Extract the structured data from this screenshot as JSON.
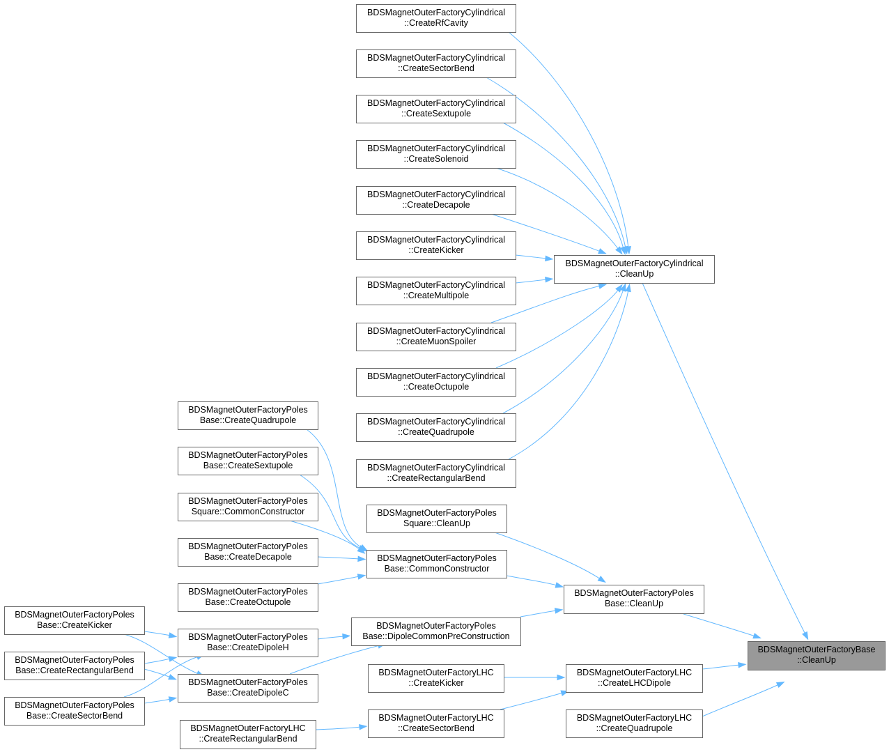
{
  "graph": {
    "nodes": [
      {
        "id": "root",
        "lines": [
          "BDSMagnetOuterFactoryBase",
          "::CleanUp"
        ],
        "highlight": true
      },
      {
        "id": "cylCleanUp",
        "lines": [
          "BDSMagnetOuterFactoryCylindrical",
          "::CleanUp"
        ]
      },
      {
        "id": "polesCleanUp",
        "lines": [
          "BDSMagnetOuterFactoryPoles",
          "Base::CleanUp"
        ]
      },
      {
        "id": "lhcDipole",
        "lines": [
          "BDSMagnetOuterFactoryLHC",
          "::CreateLHCDipole"
        ]
      },
      {
        "id": "lhcQuad",
        "lines": [
          "BDSMagnetOuterFactoryLHC",
          "::CreateQuadrupole"
        ]
      },
      {
        "id": "cylRf",
        "lines": [
          "BDSMagnetOuterFactoryCylindrical",
          "::CreateRfCavity"
        ]
      },
      {
        "id": "cylSector",
        "lines": [
          "BDSMagnetOuterFactoryCylindrical",
          "::CreateSectorBend"
        ]
      },
      {
        "id": "cylSext",
        "lines": [
          "BDSMagnetOuterFactoryCylindrical",
          "::CreateSextupole"
        ]
      },
      {
        "id": "cylSol",
        "lines": [
          "BDSMagnetOuterFactoryCylindrical",
          "::CreateSolenoid"
        ]
      },
      {
        "id": "cylDec",
        "lines": [
          "BDSMagnetOuterFactoryCylindrical",
          "::CreateDecapole"
        ]
      },
      {
        "id": "cylKick",
        "lines": [
          "BDSMagnetOuterFactoryCylindrical",
          "::CreateKicker"
        ]
      },
      {
        "id": "cylMulti",
        "lines": [
          "BDSMagnetOuterFactoryCylindrical",
          "::CreateMultipole"
        ]
      },
      {
        "id": "cylMuon",
        "lines": [
          "BDSMagnetOuterFactoryCylindrical",
          "::CreateMuonSpoiler"
        ]
      },
      {
        "id": "cylOct",
        "lines": [
          "BDSMagnetOuterFactoryCylindrical",
          "::CreateOctupole"
        ]
      },
      {
        "id": "cylQuad",
        "lines": [
          "BDSMagnetOuterFactoryCylindrical",
          "::CreateQuadrupole"
        ]
      },
      {
        "id": "cylRect",
        "lines": [
          "BDSMagnetOuterFactoryCylindrical",
          "::CreateRectangularBend"
        ]
      },
      {
        "id": "sqCleanUp",
        "lines": [
          "BDSMagnetOuterFactoryPoles",
          "Square::CleanUp"
        ]
      },
      {
        "id": "commonCtor",
        "lines": [
          "BDSMagnetOuterFactoryPoles",
          "Base::CommonConstructor"
        ]
      },
      {
        "id": "dipolePre",
        "lines": [
          "BDSMagnetOuterFactoryPoles",
          "Base::DipoleCommonPreConstruction"
        ]
      },
      {
        "id": "lhcKicker",
        "lines": [
          "BDSMagnetOuterFactoryLHC",
          "::CreateKicker"
        ]
      },
      {
        "id": "lhcSector",
        "lines": [
          "BDSMagnetOuterFactoryLHC",
          "::CreateSectorBend"
        ]
      },
      {
        "id": "pbQuad",
        "lines": [
          "BDSMagnetOuterFactoryPoles",
          "Base::CreateQuadrupole"
        ]
      },
      {
        "id": "pbSext",
        "lines": [
          "BDSMagnetOuterFactoryPoles",
          "Base::CreateSextupole"
        ]
      },
      {
        "id": "sqCommon",
        "lines": [
          "BDSMagnetOuterFactoryPoles",
          "Square::CommonConstructor"
        ]
      },
      {
        "id": "pbDec",
        "lines": [
          "BDSMagnetOuterFactoryPoles",
          "Base::CreateDecapole"
        ]
      },
      {
        "id": "pbOct",
        "lines": [
          "BDSMagnetOuterFactoryPoles",
          "Base::CreateOctupole"
        ]
      },
      {
        "id": "pbDipoleH",
        "lines": [
          "BDSMagnetOuterFactoryPoles",
          "Base::CreateDipoleH"
        ]
      },
      {
        "id": "pbDipoleC",
        "lines": [
          "BDSMagnetOuterFactoryPoles",
          "Base::CreateDipoleC"
        ]
      },
      {
        "id": "lhcRect",
        "lines": [
          "BDSMagnetOuterFactoryLHC",
          "::CreateRectangularBend"
        ]
      },
      {
        "id": "pbKicker",
        "lines": [
          "BDSMagnetOuterFactoryPoles",
          "Base::CreateKicker"
        ]
      },
      {
        "id": "pbRect",
        "lines": [
          "BDSMagnetOuterFactoryPoles",
          "Base::CreateRectangularBend"
        ]
      },
      {
        "id": "pbSectorBend",
        "lines": [
          "BDSMagnetOuterFactoryPoles",
          "Base::CreateSectorBend"
        ]
      }
    ],
    "edges": [
      {
        "from": "cylCleanUp",
        "to": "root"
      },
      {
        "from": "polesCleanUp",
        "to": "root"
      },
      {
        "from": "lhcDipole",
        "to": "root"
      },
      {
        "from": "lhcQuad",
        "to": "root"
      },
      {
        "from": "cylRf",
        "to": "cylCleanUp"
      },
      {
        "from": "cylSector",
        "to": "cylCleanUp"
      },
      {
        "from": "cylSext",
        "to": "cylCleanUp"
      },
      {
        "from": "cylSol",
        "to": "cylCleanUp"
      },
      {
        "from": "cylDec",
        "to": "cylCleanUp"
      },
      {
        "from": "cylKick",
        "to": "cylCleanUp"
      },
      {
        "from": "cylMulti",
        "to": "cylCleanUp"
      },
      {
        "from": "cylMuon",
        "to": "cylCleanUp"
      },
      {
        "from": "cylOct",
        "to": "cylCleanUp"
      },
      {
        "from": "cylQuad",
        "to": "cylCleanUp"
      },
      {
        "from": "cylRect",
        "to": "cylCleanUp"
      },
      {
        "from": "sqCleanUp",
        "to": "polesCleanUp"
      },
      {
        "from": "commonCtor",
        "to": "polesCleanUp"
      },
      {
        "from": "dipolePre",
        "to": "polesCleanUp"
      },
      {
        "from": "lhcKicker",
        "to": "lhcDipole"
      },
      {
        "from": "lhcSector",
        "to": "lhcDipole"
      },
      {
        "from": "pbQuad",
        "to": "commonCtor"
      },
      {
        "from": "pbSext",
        "to": "commonCtor"
      },
      {
        "from": "sqCommon",
        "to": "commonCtor"
      },
      {
        "from": "pbDec",
        "to": "commonCtor"
      },
      {
        "from": "pbOct",
        "to": "commonCtor"
      },
      {
        "from": "pbDipoleH",
        "to": "dipolePre"
      },
      {
        "from": "pbDipoleC",
        "to": "dipolePre"
      },
      {
        "from": "lhcRect",
        "to": "lhcSector"
      },
      {
        "from": "pbKicker",
        "to": "pbDipoleH"
      },
      {
        "from": "pbKicker",
        "to": "pbDipoleC"
      },
      {
        "from": "pbRect",
        "to": "pbDipoleH"
      },
      {
        "from": "pbRect",
        "to": "pbDipoleC"
      },
      {
        "from": "pbSectorBend",
        "to": "pbDipoleH"
      },
      {
        "from": "pbSectorBend",
        "to": "pbDipoleC"
      }
    ]
  }
}
